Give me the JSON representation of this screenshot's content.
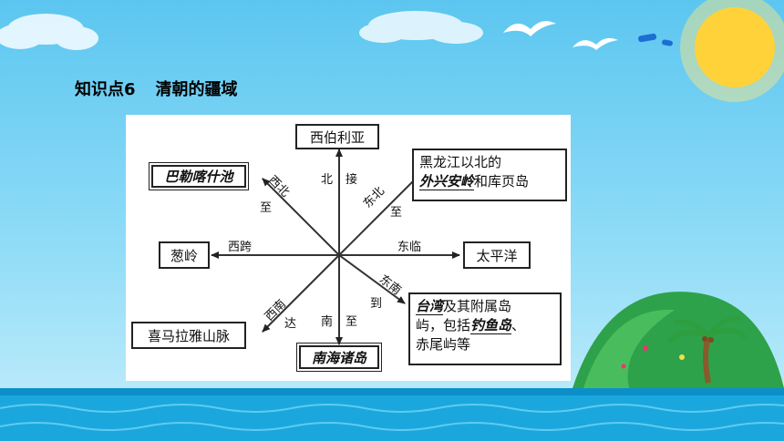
{
  "slide": {
    "title_point": "知识点6",
    "title_text": "清朝的疆域"
  },
  "diagram": {
    "boxes": {
      "north": "西伯利亚",
      "northwest": "巴勒喀什池",
      "west": "葱岭",
      "southwest": "喜马拉雅山脉",
      "south": "南海诸岛",
      "east": "太平洋",
      "northeast": {
        "line1": "黑龙江以北的",
        "line2_hl": "外兴安岭",
        "line2_rest": "和库页岛"
      },
      "southeast": {
        "line1_hl": "台湾",
        "line1_rest": "及其附属岛",
        "line2_pre": "屿，包括",
        "line2_hl": "钓鱼岛",
        "line2_post": "、",
        "line3": "赤尾屿等"
      }
    },
    "labels": {
      "north_a": "北",
      "north_b": "接",
      "northwest_a": "西北",
      "northwest_b": "至",
      "northeast_a": "东北",
      "northeast_b": "至",
      "west": "西跨",
      "east": "东临",
      "southeast_a": "东南",
      "southeast_b": "到",
      "southwest_a": "西南",
      "southwest_b": "达",
      "south_a": "南",
      "south_b": "至"
    }
  }
}
